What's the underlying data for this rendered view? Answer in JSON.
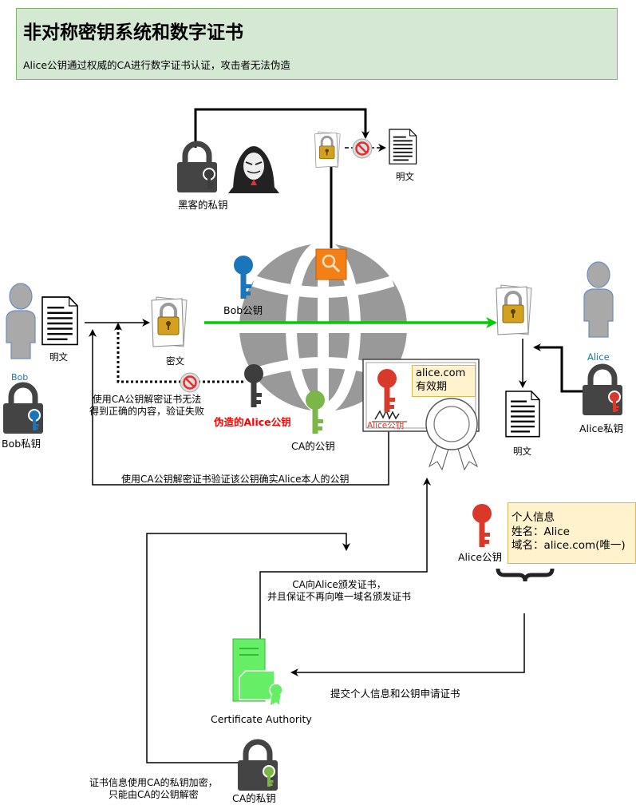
{
  "header": {
    "title": "非对称密钥系统和数字证书",
    "subtitle": "Alice公钥通过权威的CA进行数字证书认证，攻击者无法伪造"
  },
  "labels": {
    "bob_name": "Bob",
    "bob_private_key": "Bob私钥",
    "plaintext_bob": "明文",
    "ciphertext": "密文",
    "bob_public_key": "Bob公钥",
    "hacker_private_key": "黑客的私钥",
    "plaintext_top": "明文",
    "alice_name": "Alice",
    "alice_private_key": "Alice私钥",
    "plaintext_alice": "明文",
    "fake_alice_key": "伪造的Alice公钥",
    "ca_public_key": "CA的公钥",
    "cert_key_label": "Alice公钥",
    "verify_fail": "使用CA公钥解密证书无法\n得到正确的内容，验证失败",
    "verify_success": "使用CA公钥解密证书验证该公钥确实Alice本人的公钥",
    "alice_public_key": "Alice公钥",
    "ca_issue": "CA向Alice颁发证书，\n并且保证不再向唯一域名颁发证书",
    "submit": "提交个人信息和公钥申请证书",
    "ca_name": "Certificate Authority",
    "ca_encrypt": "证书信息使用CA的私钥加密，\n只能由CA的公钥解密",
    "ca_private_key": "CA的私钥"
  },
  "cert_note": {
    "line1": "alice.com",
    "line2": "有效期"
  },
  "info_note": {
    "line1": "个人信息",
    "line2": "姓名：Alice",
    "line3": "域名：alice.com(唯一)"
  },
  "colors": {
    "header_fill": "#d5e8d4",
    "header_border": "#82b366",
    "note_fill": "#fff2cc",
    "note_border": "#d6b656",
    "person": "#a9a9a9",
    "person_stroke": "#6c8ebf",
    "key_blue": "#1a75bb",
    "key_red": "#d9392b",
    "key_green": "#7ab648",
    "key_dark": "#3d3d3d",
    "padlock": "#444444",
    "globe": "#999999",
    "green_arrow": "#00cc00",
    "search_orange": "#f57f17",
    "server_green": "#66ee66",
    "fake_text": "#ff0000",
    "blue_text": "#1a75bb"
  },
  "icons": [
    "person-icon",
    "document-icon",
    "padlock-icon",
    "key-icon",
    "globe-icon",
    "hacker-icon",
    "no-entry-icon",
    "search-icon",
    "certificate-icon",
    "server-icon",
    "brace-icon"
  ]
}
